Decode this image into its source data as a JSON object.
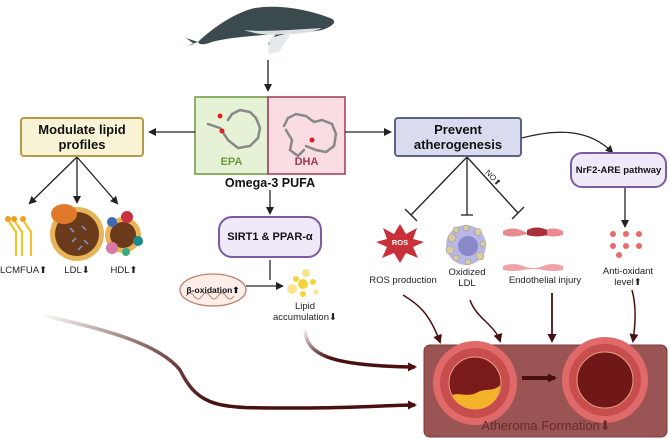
{
  "source": {
    "label": "whale"
  },
  "omega3": {
    "epa_label": "EPA",
    "dha_label": "DHA",
    "title": "Omega-3 PUFA",
    "epa_color": "#6a9a3a",
    "dha_color": "#a0385a"
  },
  "lipid_box": {
    "line1": "Modulate lipid",
    "line2": "profiles"
  },
  "lipid_items": [
    {
      "label": "LCMFUA",
      "trend": "⬆"
    },
    {
      "label": "LDL",
      "trend": "⬇"
    },
    {
      "label": "HDL",
      "trend": "⬆"
    }
  ],
  "sirt_box": {
    "label": "SIRT1 & PPAR-α"
  },
  "beta_oxidation": {
    "label": "β-oxidation",
    "trend": "⬆"
  },
  "lipid_accumulation": {
    "line1": "Lipid",
    "line2": "accumulation",
    "trend": "⬇"
  },
  "prevent_box": {
    "line1": "Prevent",
    "line2": "atherogenesis"
  },
  "no_label": {
    "text": "NO",
    "trend": "⬆"
  },
  "nrf2_box": {
    "label": "NrF2-ARE pathway"
  },
  "effects": {
    "ros_badge": "ROS",
    "ros_label": "ROS production",
    "oxldl_line1": "Oxidized",
    "oxldl_line2": "LDL",
    "endothelial_label": "Endothelial injury",
    "antioxidant_line1": "Anti-oxidant",
    "antioxidant_line2": "level",
    "antioxidant_trend": "⬆"
  },
  "atheroma": {
    "label": "Atheroma Formation",
    "trend": "⬇"
  },
  "colors": {
    "arrow": "#222222",
    "dark_arrow": "#4a1010",
    "atheroma_bg": "#9a5454",
    "vessel_outer": "#e06a6a",
    "vessel_mid": "#c84e4e",
    "vessel_lumen": "#7a1a1a",
    "plaque": "#f5b32a"
  }
}
